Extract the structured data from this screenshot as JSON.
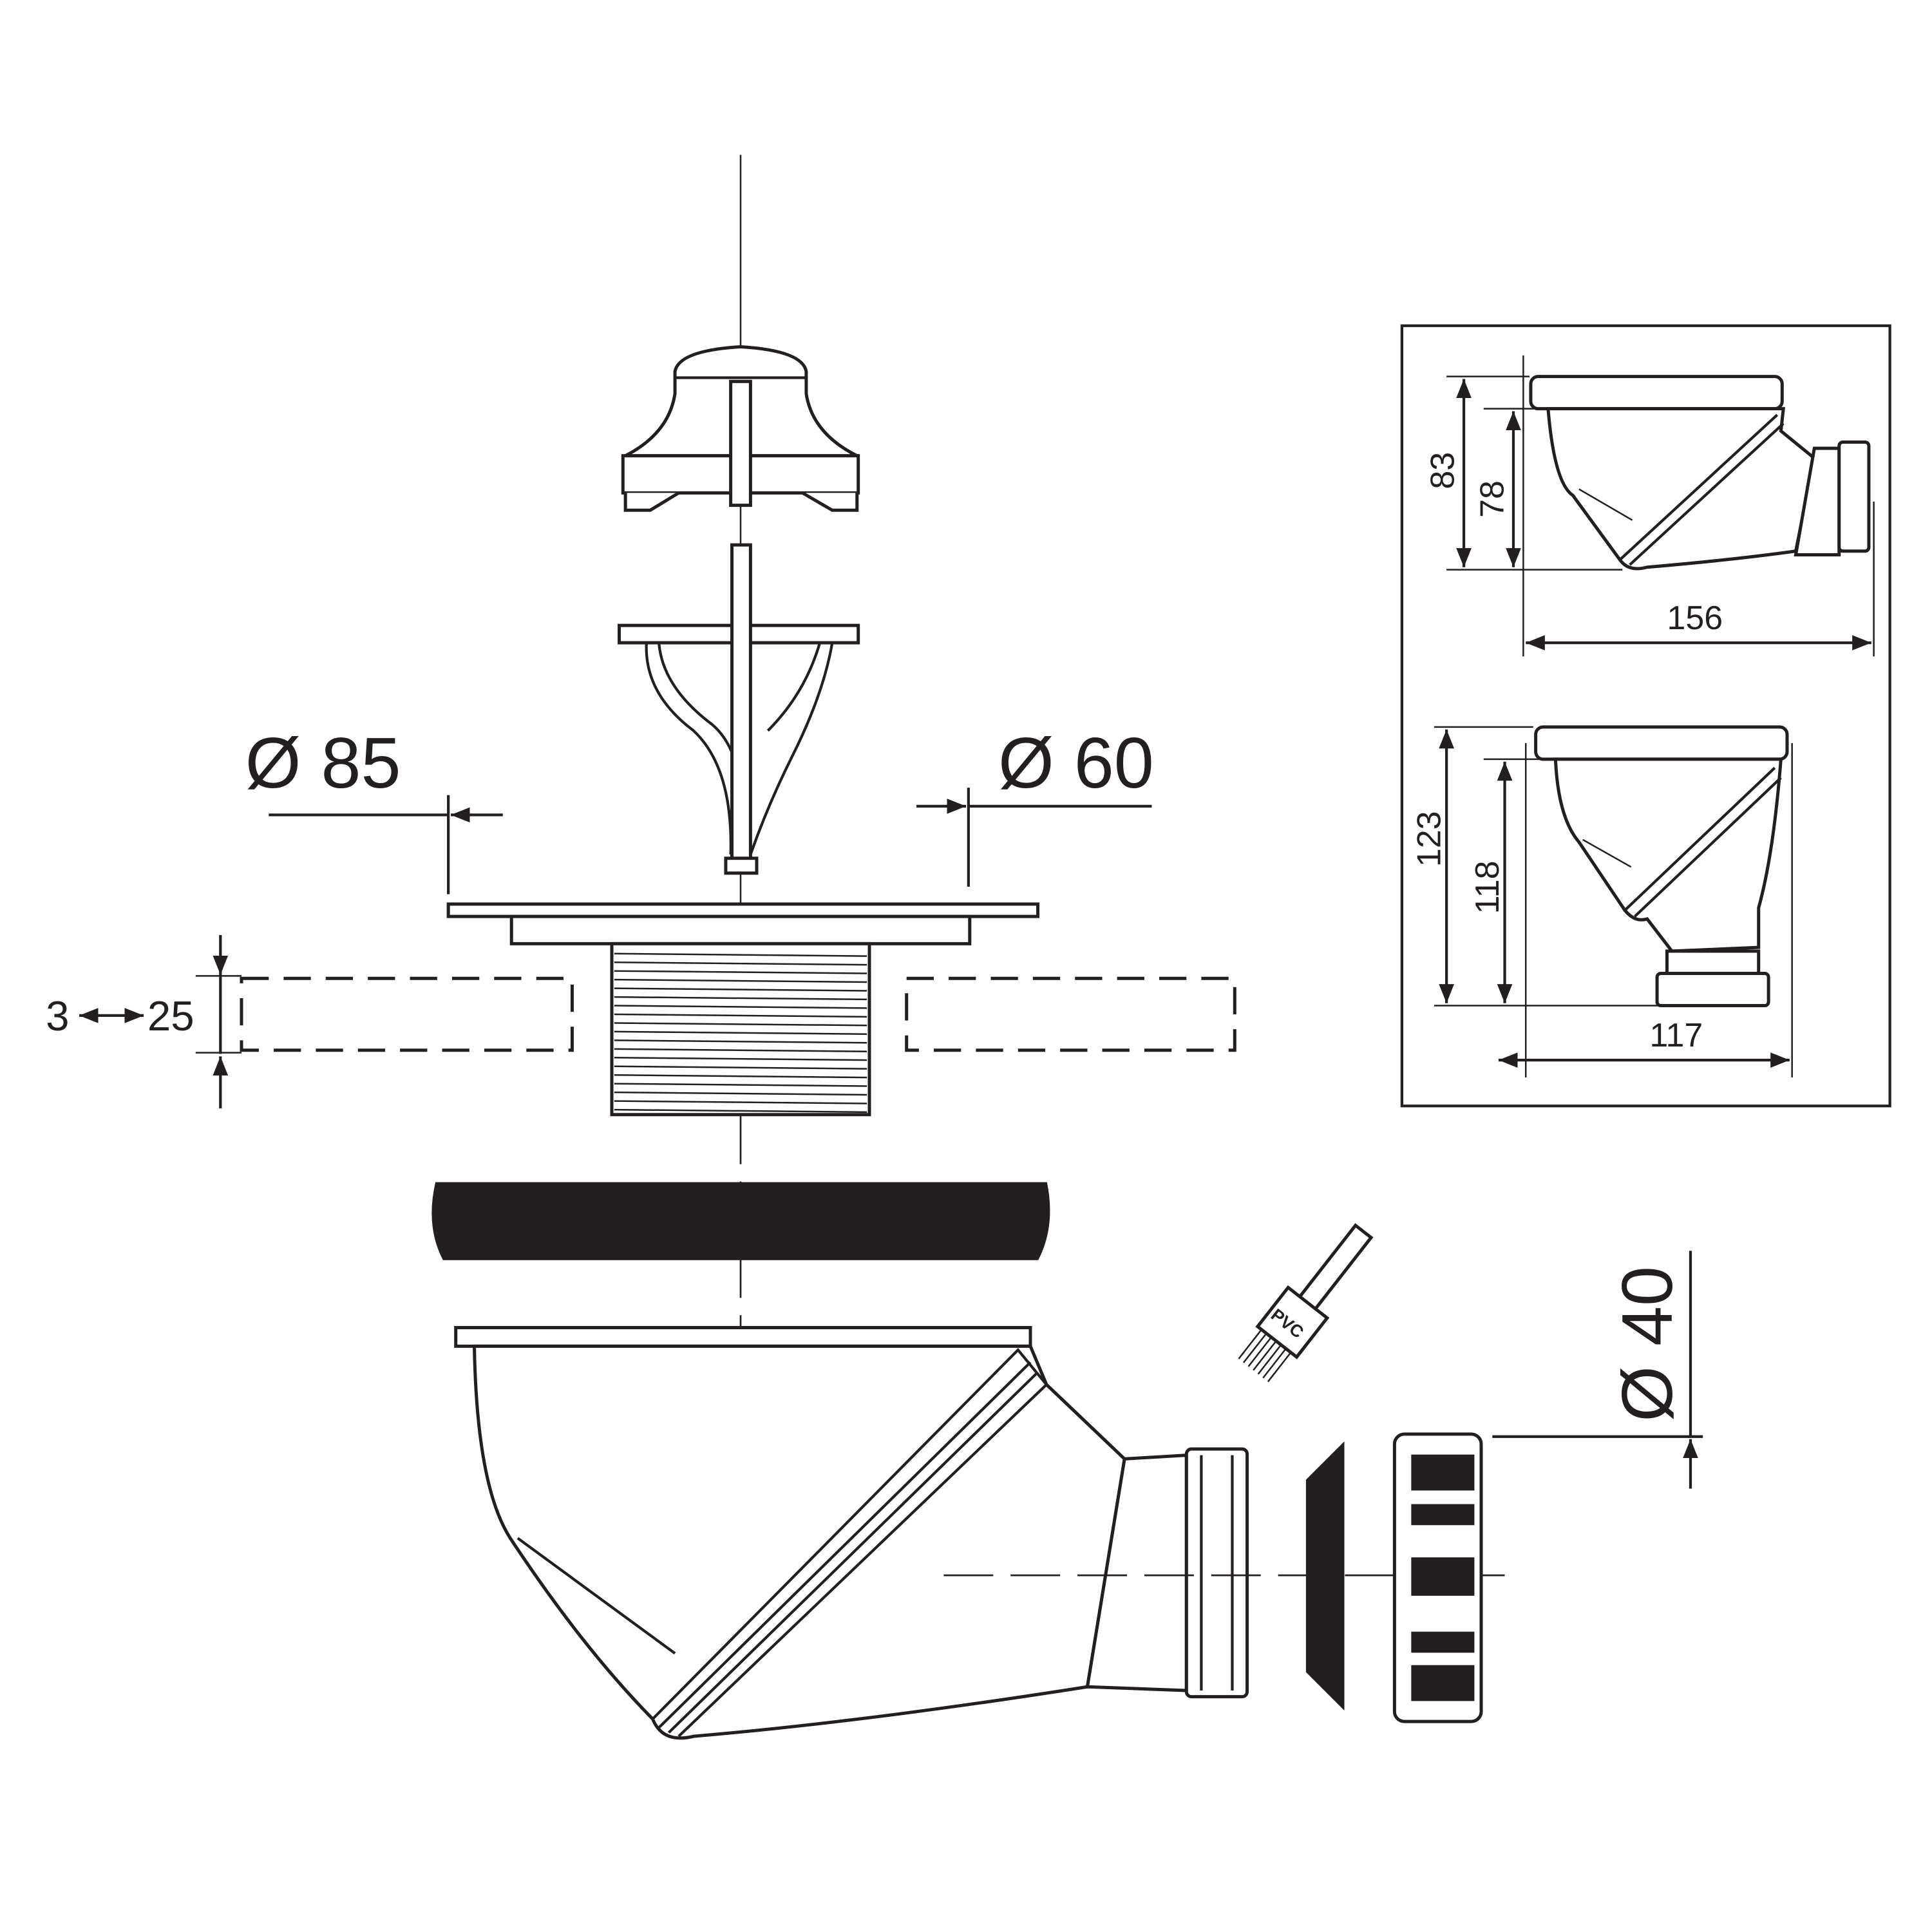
{
  "dimensions": {
    "outer_diameter": "Ø 85",
    "inner_diameter": "Ø 60",
    "thickness_min": "3",
    "thickness_max": "25",
    "outlet_diameter": "Ø 40"
  },
  "inset": {
    "horizontal_view": {
      "height_total": "83",
      "height_body": "78",
      "width": "156"
    },
    "vertical_view": {
      "height_total": "123",
      "height_body": "118",
      "width": "117"
    }
  },
  "brush_label": "PVC",
  "colors": {
    "ink": "#231f20",
    "background": "#ffffff"
  }
}
